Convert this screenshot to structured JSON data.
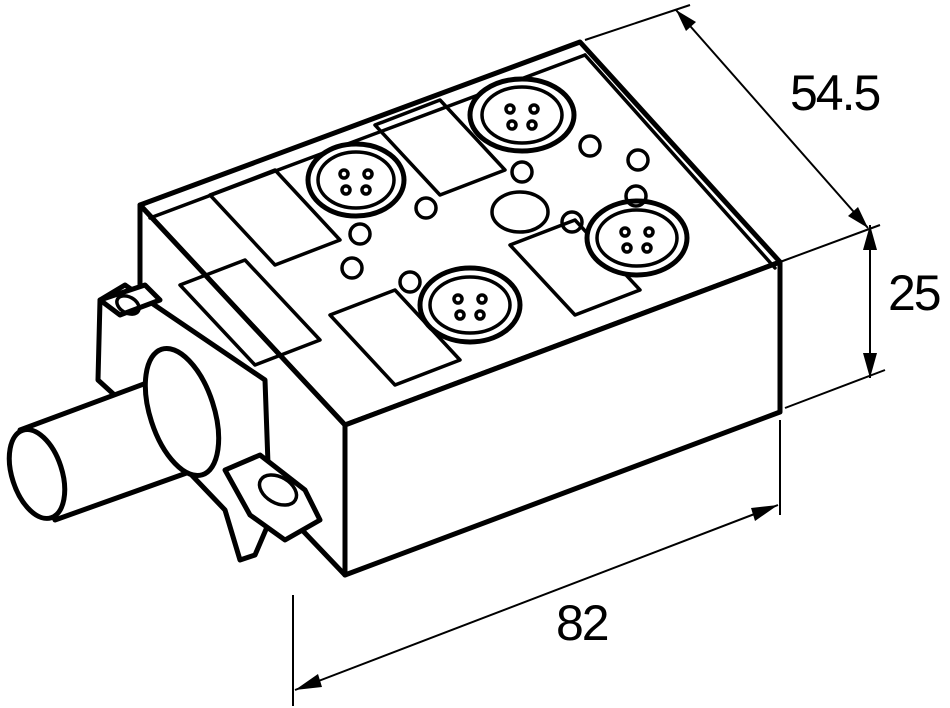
{
  "dimensions": {
    "depth": "54.5",
    "height": "25",
    "length": "82"
  },
  "colors": {
    "line": "#000000",
    "background": "#ffffff"
  },
  "connectors": [
    {
      "name": "m12-connector-socket"
    },
    {
      "name": "m12-connector-socket"
    },
    {
      "name": "m12-connector-socket"
    },
    {
      "name": "m12-connector-socket"
    }
  ]
}
